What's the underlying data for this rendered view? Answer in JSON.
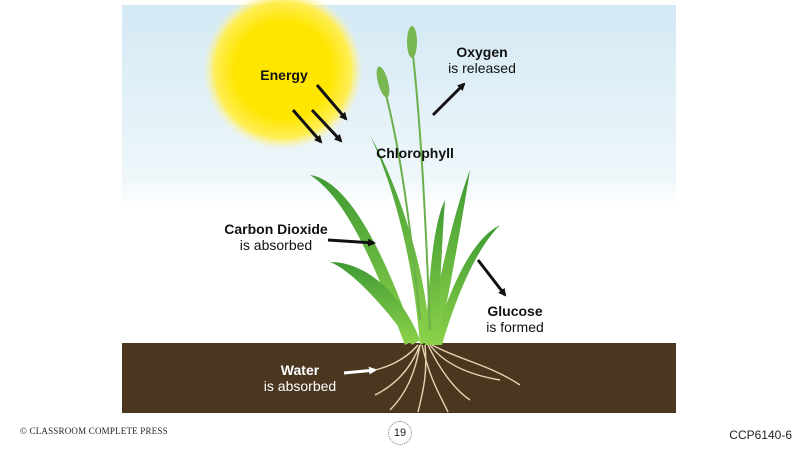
{
  "labels": {
    "energy": "Energy",
    "oxygen": "Oxygen",
    "oxygen_sub": "is released",
    "chlorophyll": "Chlorophyll",
    "carbon_dioxide": "Carbon Dioxide",
    "carbon_dioxide_sub": "is absorbed",
    "glucose": "Glucose",
    "glucose_sub": "is formed",
    "water": "Water",
    "water_sub": "is absorbed"
  },
  "footer": {
    "publisher": "© CLASSROOM COMPLETE PRESS",
    "page_number": "19",
    "code": "CCP6140-6"
  },
  "colors": {
    "sun": "#ffe600",
    "sky": "#d6ebf5",
    "soil": "#4b3720",
    "leaf": "#4fa83a"
  }
}
